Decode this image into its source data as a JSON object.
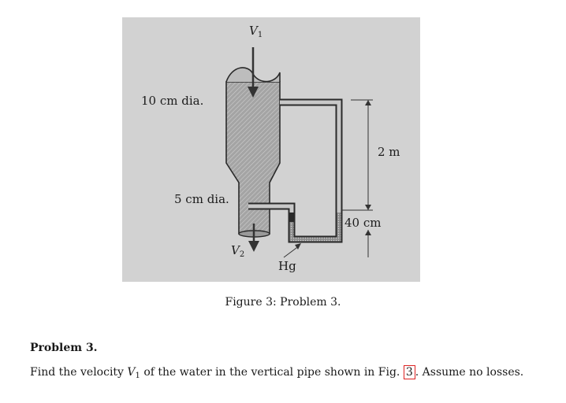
{
  "figure": {
    "labels": {
      "v1": "V",
      "v1_sub": "1",
      "v2": "V",
      "v2_sub": "2",
      "dia_large": "10 cm dia.",
      "dia_small": "5 cm dia.",
      "height": "2 m",
      "depth": "40 cm",
      "fluid": "Hg"
    },
    "caption": "Figure 3: Problem 3."
  },
  "problem": {
    "heading": "Problem 3.",
    "text_before": "Find the velocity ",
    "var": "V",
    "var_sub": "1",
    "text_middle": " of the water in the vertical pipe shown in Fig. ",
    "ref": "3",
    "text_after": ". Assume no losses."
  }
}
